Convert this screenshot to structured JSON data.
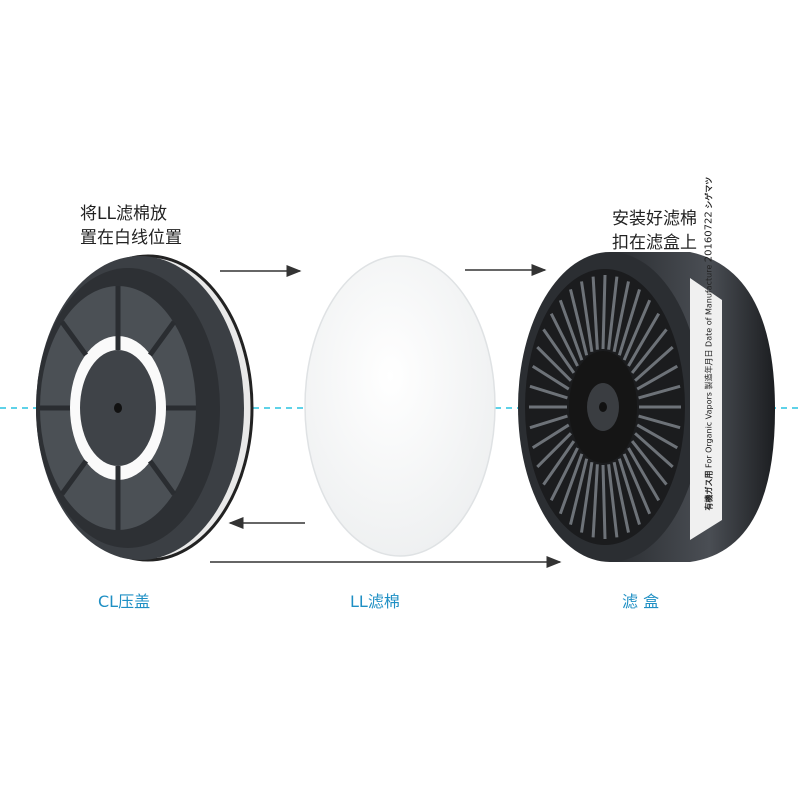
{
  "instructions": {
    "left_note": "将LL滤棉放\n置在白线位置",
    "right_note": "安装好滤棉\n扣在滤盒上"
  },
  "captions": {
    "cover": "CL压盖",
    "pad": "LL滤棉",
    "cartridge": "滤 盒"
  },
  "cartridge_label": {
    "date": "20160722",
    "date_title": "製造年月日",
    "date_title_en": "Date of Manufacture",
    "type": "有機ガス用",
    "type_en": "For Organic Vapors",
    "brand": "シゲマツ"
  },
  "colors": {
    "guide_line": "#29c4e0",
    "caption": "#1e8fc4",
    "arrow": "#333333"
  }
}
